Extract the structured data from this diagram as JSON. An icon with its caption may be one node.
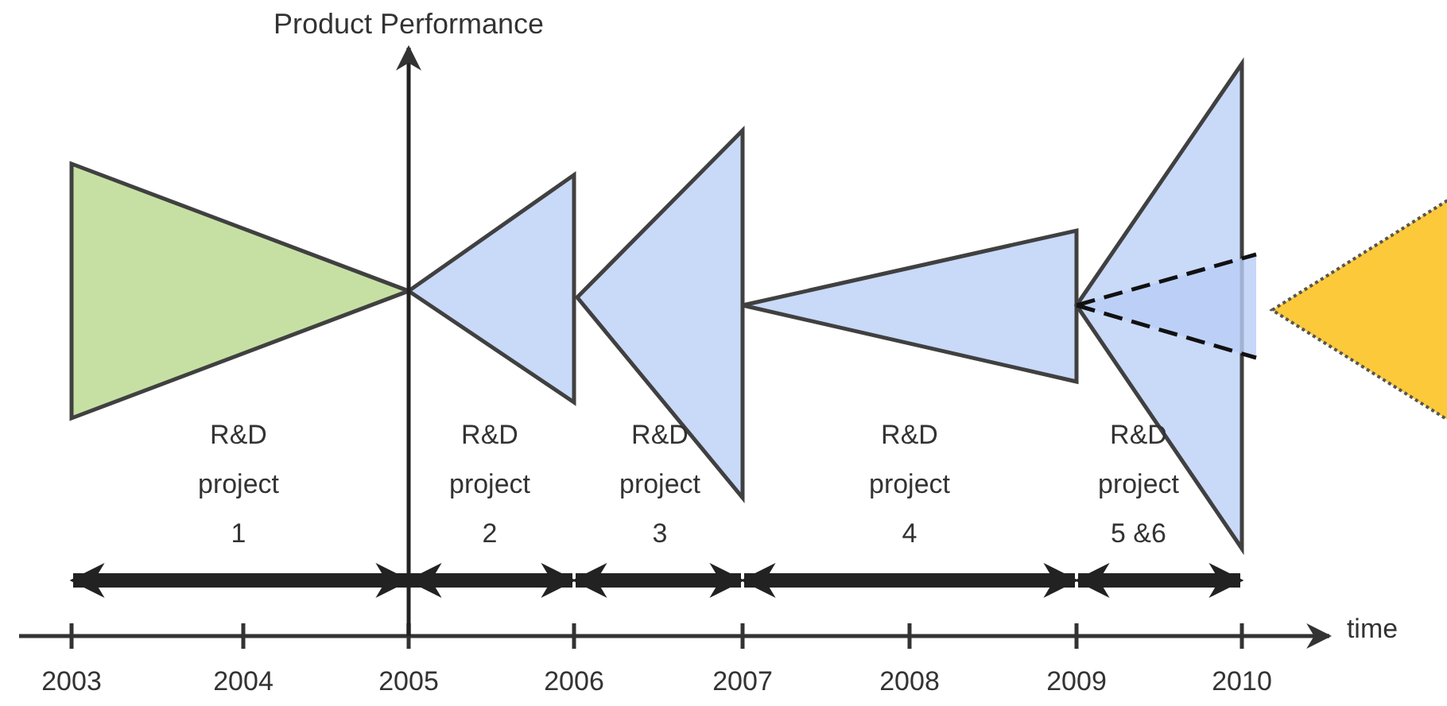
{
  "diagram": {
    "labels": [
      "Product Performance",
      "R&D project 1",
      "R&D project 2",
      "R&D project 3",
      "R&D project 4",
      "R&D project 5 &6",
      "time",
      "2003",
      "2004",
      "2005",
      "2006",
      "2007",
      "2008",
      "2009",
      "2010"
    ]
  }
}
